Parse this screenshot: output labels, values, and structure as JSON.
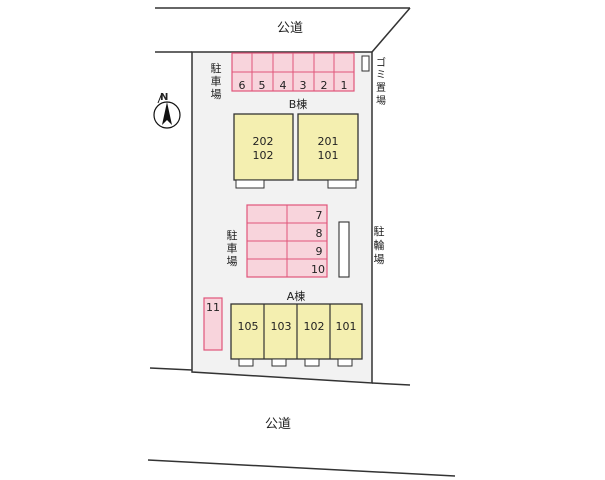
{
  "roads": {
    "top_label": "公道",
    "bottom_label": "公道"
  },
  "compass": {
    "label": "N"
  },
  "parking_top": {
    "label_chars": [
      "駐",
      "車",
      "場"
    ],
    "spaces": [
      "6",
      "5",
      "4",
      "3",
      "2",
      "1"
    ]
  },
  "trash_area": {
    "label_chars": [
      "ゴ",
      "ミ",
      "置",
      "場"
    ]
  },
  "building_b": {
    "title": "B棟",
    "units": [
      {
        "upper": "202",
        "lower": "102"
      },
      {
        "upper": "201",
        "lower": "101"
      }
    ]
  },
  "parking_middle": {
    "label_chars": [
      "駐",
      "車",
      "場"
    ],
    "spaces": [
      "7",
      "8",
      "9",
      "10"
    ]
  },
  "bicycle_parking": {
    "label_chars": [
      "駐",
      "輪",
      "場"
    ]
  },
  "parking_single": {
    "space": "11"
  },
  "building_a": {
    "title": "A棟",
    "units": [
      "105",
      "103",
      "102",
      "101"
    ]
  },
  "colors": {
    "parking_fill": "#f8d4dc",
    "parking_stroke": "#e0557a",
    "building_fill": "#f4efb0",
    "lot_fill": "#f2f2f2"
  }
}
